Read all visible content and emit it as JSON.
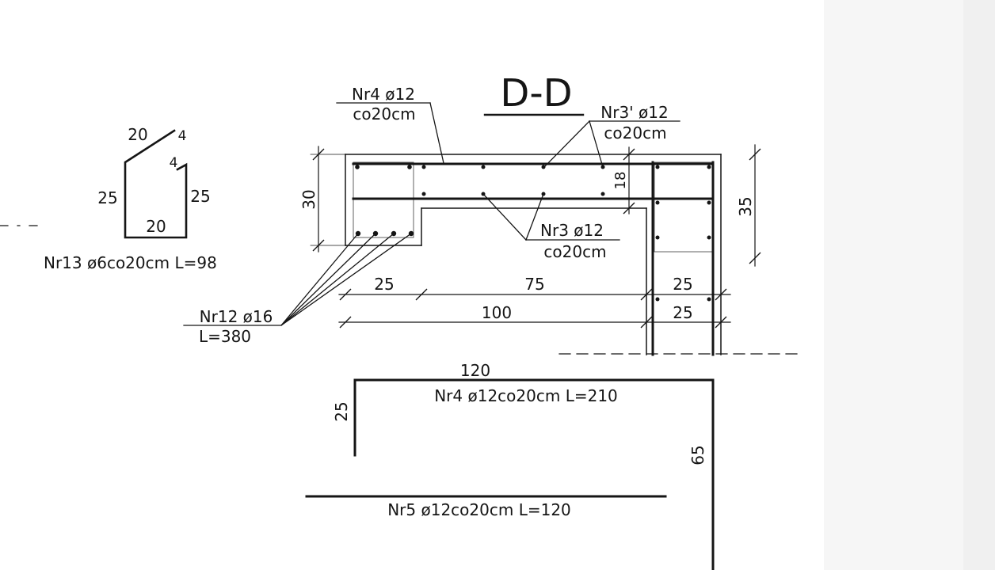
{
  "title": "D-D",
  "bar_nr13": {
    "dims": {
      "top": "20",
      "hook_top": "4",
      "hook_inner": "4",
      "left": "25",
      "right": "25",
      "bottom": "20"
    },
    "label": "Nr13 ø6co20cm L=98"
  },
  "callouts": {
    "nr4_top": {
      "line1": "Nr4 ø12",
      "line2": "co20cm"
    },
    "nr3p": {
      "line1": "Nr3' ø12",
      "line2": "co20cm"
    },
    "nr3": {
      "line1": "Nr3 ø12",
      "line2": "co20cm"
    },
    "nr12": {
      "line1": "Nr12 ø16",
      "line2": "L=380"
    }
  },
  "section_dims": {
    "height_left": "30",
    "height_right": "35",
    "slab_depth": "18",
    "chain1": [
      "25",
      "75",
      "25"
    ],
    "chain2": [
      "100",
      "25"
    ]
  },
  "bar_nr4": {
    "top": "120",
    "left": "25",
    "right": "65",
    "label": "Nr4 ø12co20cm L=210"
  },
  "bar_nr5": {
    "label": "Nr5 ø12co20cm L=120"
  },
  "colors": {
    "ink": "#151515",
    "paper": "#ffffff",
    "margin": "#f6f6f6"
  }
}
